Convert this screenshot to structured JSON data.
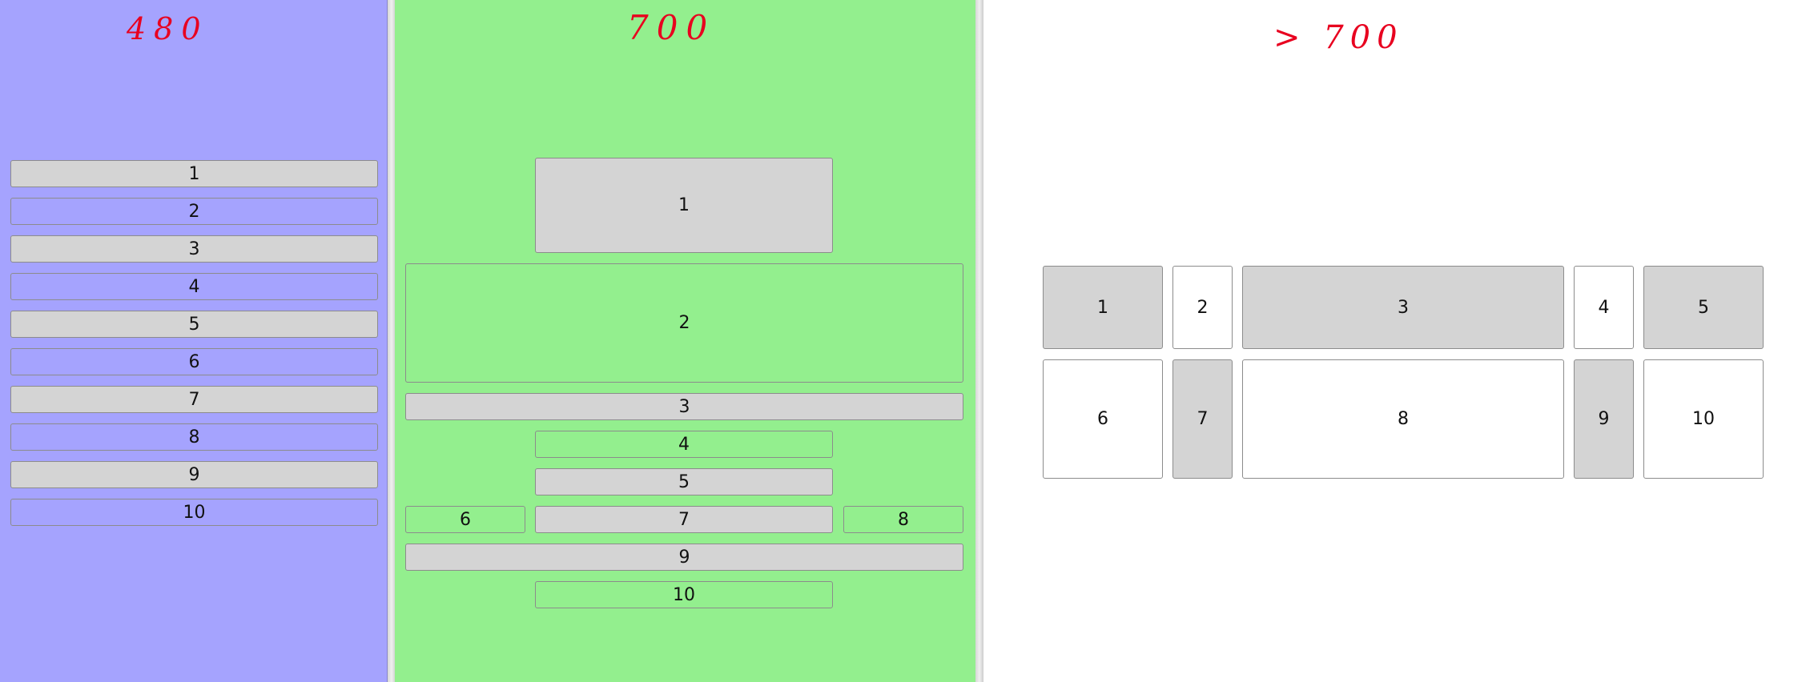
{
  "annotations": {
    "a480": "480",
    "a700": "700",
    "a_gt700": "> 700"
  },
  "panel_480": {
    "items": [
      "1",
      "2",
      "3",
      "4",
      "5",
      "6",
      "7",
      "8",
      "9",
      "10"
    ]
  },
  "panel_700": {
    "items": [
      "1",
      "2",
      "3",
      "4",
      "5",
      "6",
      "7",
      "8",
      "9",
      "10"
    ]
  },
  "panel_wide": {
    "items": [
      "1",
      "2",
      "3",
      "4",
      "5",
      "6",
      "7",
      "8",
      "9",
      "10"
    ]
  },
  "colors": {
    "violet": "#a5a3fe",
    "green": "#93ef8e",
    "item_grey": "#d4d4d4",
    "white": "#ffffff",
    "annotation_red": "#e8001f"
  }
}
